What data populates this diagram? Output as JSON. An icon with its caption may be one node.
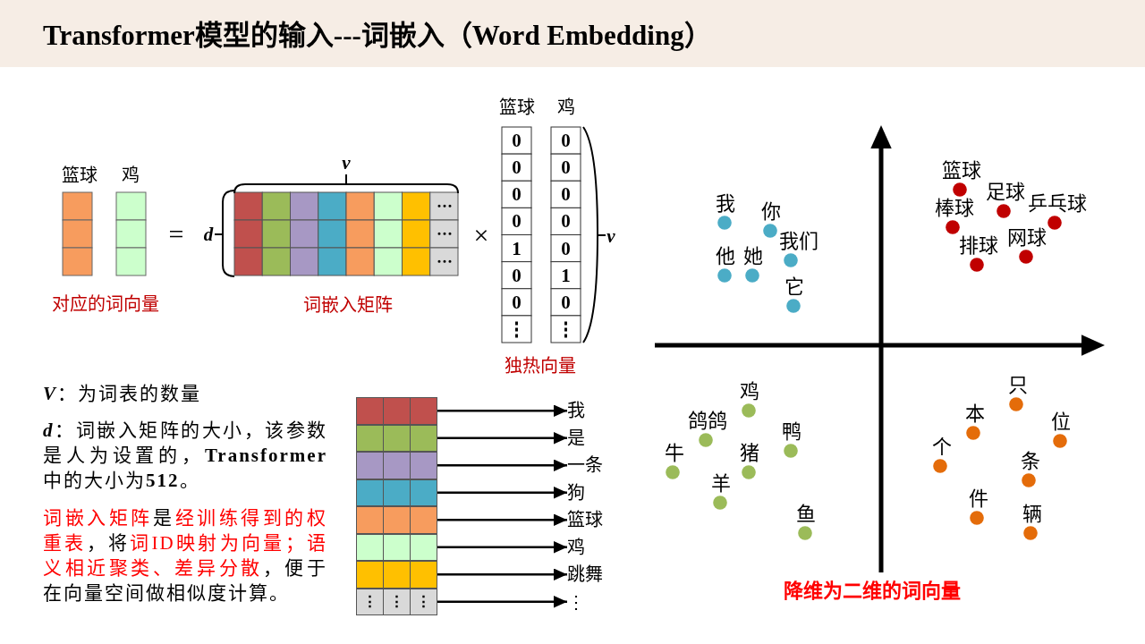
{
  "diagram": {
    "title": "Transformer模型的输入---词嵌入（Word Embedding）",
    "nodes": [
      {
        "text": [],
        "shape": "box"
      },
      {
        "text": [],
        "shape": "box"
      },
      {
        "text": [],
        "shape": "box"
      },
      {
        "text": [],
        "shape": "box"
      },
      {
        "text": [],
        "shape": "box"
      },
      {
        "text": [],
        "shape": "box"
      },
      {
        "text": [],
        "shape": "box"
      },
      {
        "text": [
          "⋮",
          "⋮",
          "⋮"
        ]
      },
      {
        "text": [
          "我"
        ]
      },
      {
        "text": [
          "是"
        ]
      },
      {
        "text": [
          "一条"
        ]
      },
      {
        "text": [
          "狗"
        ]
      },
      {
        "text": [
          "篮球"
        ]
      },
      {
        "text": [
          "鸡"
        ]
      },
      {
        "text": [
          "跳舞"
        ]
      },
      {
        "text": [
          "⋮"
        ]
      }
    ],
    "edges": [
      {
        "from": 0,
        "to": 8,
        "arrow": "to"
      },
      {
        "from": 1,
        "to": 9,
        "arrow": "to"
      },
      {
        "from": 2,
        "to": 10,
        "arrow": "to"
      },
      {
        "from": 3,
        "to": 11,
        "arrow": "to"
      },
      {
        "from": 4,
        "to": 12,
        "arrow": "to"
      },
      {
        "from": 5,
        "to": 13,
        "arrow": "to"
      },
      {
        "from": 6,
        "to": 14,
        "arrow": "to"
      },
      {
        "from": 7,
        "to": 15,
        "arrow": "to"
      }
    ],
    "labels": [
      "篮球",
      "鸡",
      "=",
      "v",
      "d",
      "⋯",
      "⋯",
      "⋯",
      "×",
      "篮球",
      "鸡",
      "0",
      "0",
      "0",
      "0",
      "0",
      "0",
      "0",
      "0",
      "1",
      "0",
      "0",
      "1",
      "0",
      "0",
      "⋮",
      "⋮",
      "v",
      "对应的词向量",
      "词嵌入矩阵",
      "独热向量",
      "*V*：为词表的数量",
      "*d*：词嵌入矩阵的大小，该参数是人为设置的，**Transformer**中的大小为**512**。",
      "**词嵌入矩阵**是**经训练得到的权重表**，将**词ID映射为向量；语义相近聚类、差异分散**，便于在向量空间做相似度计算。",
      "我",
      "你",
      "我们",
      "他",
      "她",
      "它",
      "篮球",
      "足球",
      "棒球",
      "乒乓球",
      "排球",
      "网球",
      "鸡",
      "鸽鸽",
      "牛",
      "猪",
      "鸭",
      "羊",
      "鱼",
      "只",
      "本",
      "位",
      "个",
      "条",
      "件",
      "辆",
      "降维为二维的词向量"
    ]
  }
}
